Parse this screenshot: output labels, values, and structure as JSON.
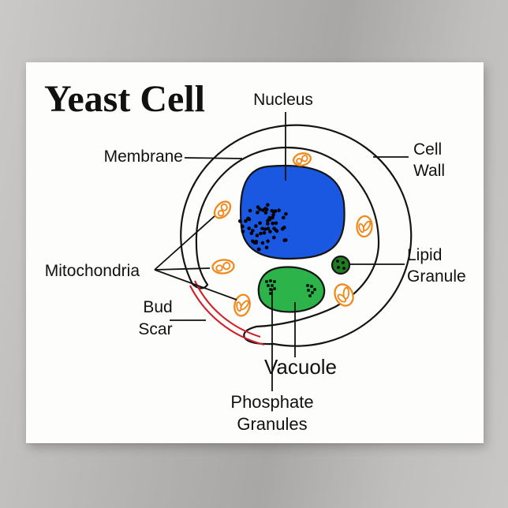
{
  "poster": {
    "title": "Yeast Cell"
  },
  "labels": {
    "nucleus": "Nucleus",
    "membrane": "Membrane",
    "cell_wall": [
      "Cell",
      "Wall"
    ],
    "mitochondria": "Mitochondria",
    "bud_scar": [
      "Bud",
      "Scar"
    ],
    "lipid_granule": [
      "Lipid",
      "Granule"
    ],
    "vacuole": "Vacuole",
    "phosphate_granules": [
      "Phosphate",
      "Granules"
    ]
  },
  "colors": {
    "nucleus": "#1b58e2",
    "vacuole": "#2cb34a",
    "lipid_granule": "#217c21",
    "mitochondria": "#f18a1e",
    "bud_scar": "#cf2029",
    "outline": "#141414",
    "poster_background": "#fdfdfc"
  }
}
